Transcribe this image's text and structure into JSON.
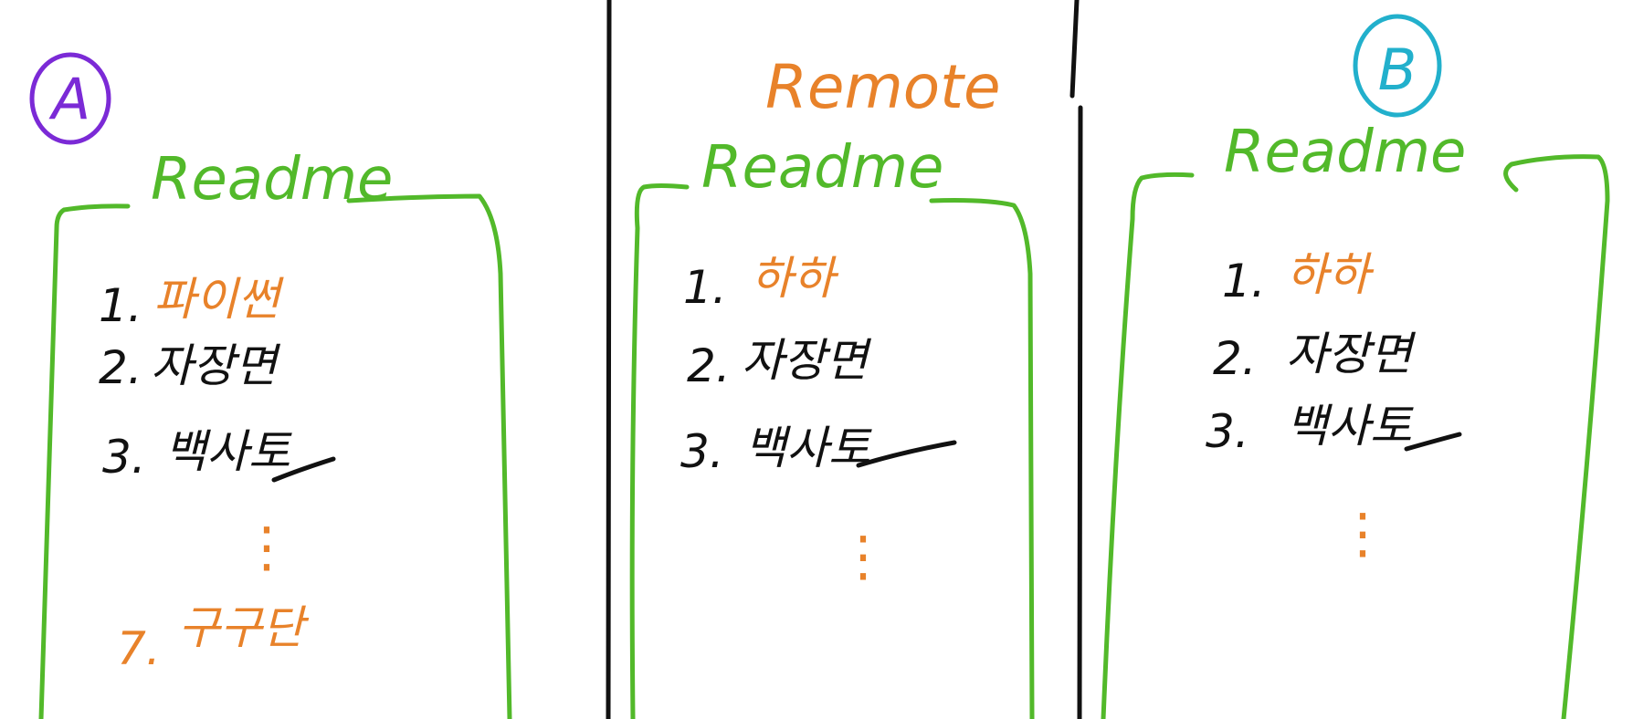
{
  "colors": {
    "background": "#ffffff",
    "panel_border": "#52b92a",
    "divider": "#111111",
    "item_text": "#111111",
    "orange": "#e8822a",
    "purple": "#7b2ad6",
    "cyan": "#22b0cc"
  },
  "panel_a": {
    "badge": "A",
    "title": "Readme",
    "items": [
      {
        "number": "1.",
        "text": "파이썬"
      },
      {
        "number": "2.",
        "text": "자장면"
      },
      {
        "number": "3.",
        "text": "백사토"
      }
    ],
    "ellipsis": "⋮",
    "last_item": {
      "number": "7.",
      "text": "구구단"
    }
  },
  "panel_remote": {
    "label": "Remote",
    "title": "Readme",
    "items": [
      {
        "number": "1.",
        "text": "하하"
      },
      {
        "number": "2.",
        "text": "자장면"
      },
      {
        "number": "3.",
        "text": "백사토"
      }
    ],
    "ellipsis": "⋮"
  },
  "panel_b": {
    "badge": "B",
    "title": "Readme",
    "items": [
      {
        "number": "1.",
        "text": "하하"
      },
      {
        "number": "2.",
        "text": "자장면"
      },
      {
        "number": "3.",
        "text": "백사토"
      }
    ],
    "ellipsis": "⋮"
  }
}
